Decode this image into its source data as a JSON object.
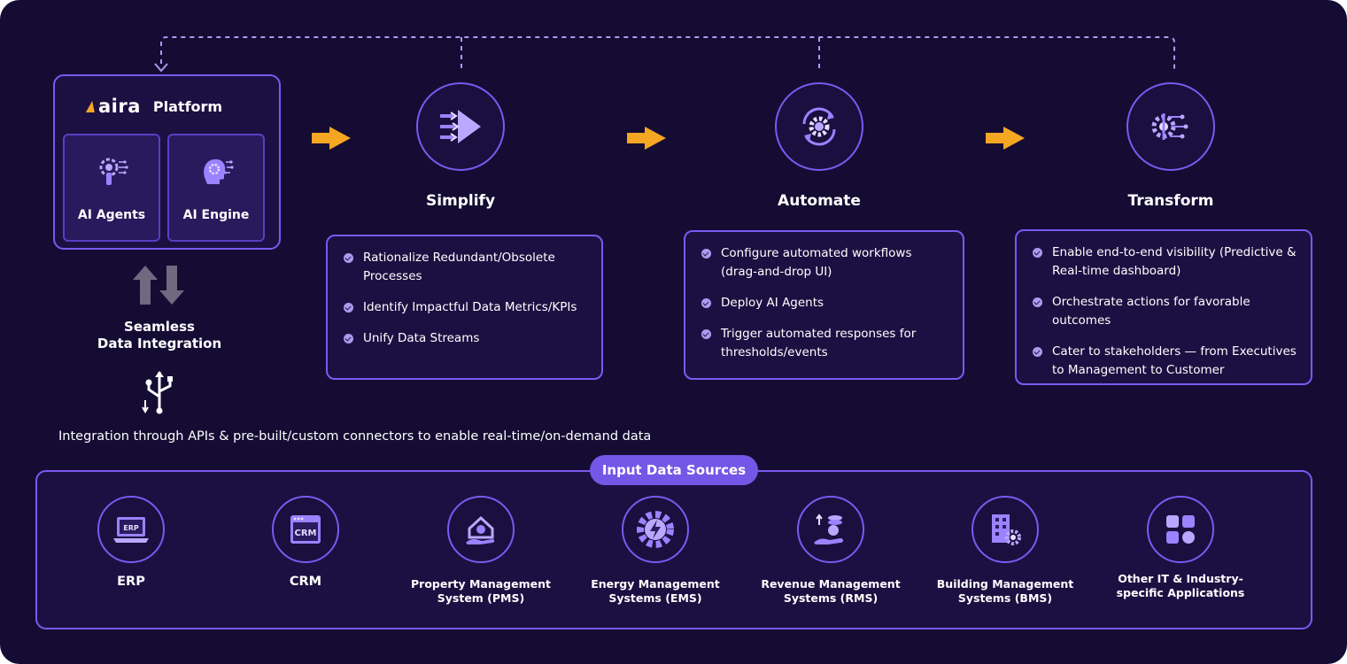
{
  "platform": {
    "logo_text": "aira",
    "label": "Platform",
    "cards": [
      {
        "label": "AI Agents",
        "icon": "ai-agents-gear-icon"
      },
      {
        "label": "AI Engine",
        "icon": "ai-engine-head-icon"
      }
    ]
  },
  "integration": {
    "title": "Seamless\nData Integration",
    "note": "Integration through APIs & pre-built/custom connectors to enable real-time/on-demand data"
  },
  "steps": [
    {
      "title": "Simplify",
      "icon": "simplify-arrows-icon",
      "bullets": [
        "Rationalize Redundant/Obsolete Processes",
        "Identify Impactful Data Metrics/KPIs",
        "Unify Data Streams"
      ]
    },
    {
      "title": "Automate",
      "icon": "automate-gear-cycle-icon",
      "bullets": [
        "Configure automated workflows (drag-and-drop UI)",
        "Deploy AI Agents",
        "Trigger automated responses for thresholds/events"
      ]
    },
    {
      "title": "Transform",
      "icon": "transform-circuit-icon",
      "bullets": [
        "Enable end-to-end visibility (Predictive & Real-time dashboard)",
        "Orchestrate actions for favorable outcomes",
        "Cater to stakeholders — from Executives to Management to Customer"
      ]
    }
  ],
  "sources": {
    "title": "Input Data Sources",
    "items": [
      {
        "label": "ERP",
        "icon": "erp-laptop-icon"
      },
      {
        "label": "CRM",
        "icon": "crm-window-icon"
      },
      {
        "label": "Property Management\nSystem (PMS)",
        "icon": "property-house-icon"
      },
      {
        "label": "Energy Management\nSystems (EMS)",
        "icon": "energy-gear-bolt-icon"
      },
      {
        "label": "Revenue Management\nSystems (RMS)",
        "icon": "revenue-coins-hand-icon"
      },
      {
        "label": "Building Management\nSystems (BMS)",
        "icon": "building-gear-icon"
      },
      {
        "label": "Other IT & Industry-\nspecific Applications",
        "icon": "apps-grid-icon"
      }
    ]
  },
  "colors": {
    "background": "#150c33",
    "border": "#7a5af0",
    "accent_orange": "#f5a623",
    "pill": "#7457e6"
  }
}
